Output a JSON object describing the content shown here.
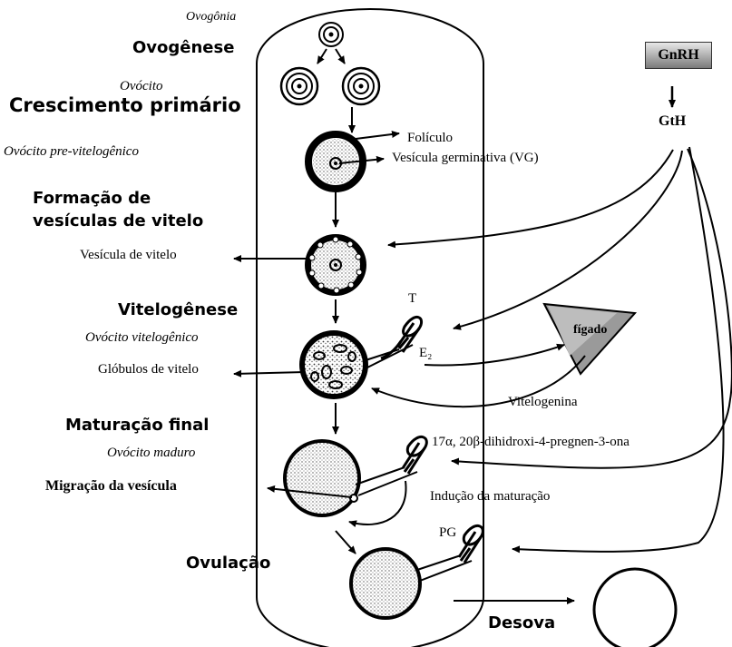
{
  "labels": {
    "ovogonia": "Ovogônia",
    "ovogenese": "Ovogênese",
    "ovocito": "Ovócito",
    "crescimento_primario": "Crescimento primário",
    "ovocito_pre_vitelogenico": "Ovócito pre-vitelogênico",
    "foliculo": "Folículo",
    "vesicula_germinativa": "Vesícula germinativa (VG)",
    "formacao_line1": "Formação de",
    "formacao_line2": "vesículas de vitelo",
    "vesicula_de_vitelo": "Vesícula de vitelo",
    "vitelogenese": "Vitelogênese",
    "ovocito_vitelogenico": "Ovócito vitelogênico",
    "globulos_de_vitelo": "Glóbulos de vitelo",
    "maturacao_final": "Maturação final",
    "ovocito_maduro": "Ovócito maduro",
    "migracao_da_vesicula": "Migração da vesícula",
    "ovulacao": "Ovulação",
    "desova": "Desova",
    "gnrh": "GnRH",
    "gth": "GtH",
    "figado": "fígado",
    "t": "T",
    "e2": "E₂",
    "vitelogenina": "Vitelogenina",
    "mis": "17α, 20β-dihidroxi-4-pregnen-3-ona",
    "inducao_da_maturacao": "Indução da maturação",
    "pg": "PG"
  },
  "colors": {
    "stroke": "#000000",
    "gnrh_box_top": "#e8e8e8",
    "gnrh_box_bottom": "#7a7a7a",
    "liver_fill": "#9a9a9a"
  }
}
